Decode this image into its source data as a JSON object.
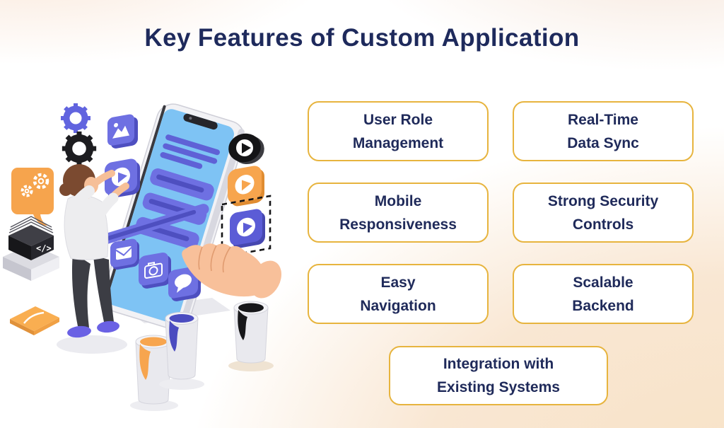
{
  "title": "Key Features of Custom Application",
  "features": [
    {
      "id": "user-role-management",
      "lines": [
        "User Role",
        "Management"
      ]
    },
    {
      "id": "real-time-data-sync",
      "lines": [
        "Real-Time",
        "Data Sync"
      ]
    },
    {
      "id": "mobile-responsiveness",
      "lines": [
        "Mobile",
        "Responsiveness"
      ]
    },
    {
      "id": "strong-security-controls",
      "lines": [
        "Strong Security",
        "Controls"
      ]
    },
    {
      "id": "easy-navigation",
      "lines": [
        "Easy",
        "Navigation"
      ]
    },
    {
      "id": "scalable-backend",
      "lines": [
        "Scalable",
        "Backend"
      ]
    },
    {
      "id": "integration-existing-systems",
      "lines": [
        "Integration with",
        "Existing Systems"
      ]
    }
  ],
  "colors": {
    "title_text": "#1e2a5c",
    "feature_text": "#1f2a5a",
    "feature_border": "#e7b43e",
    "feature_background": "#ffffff",
    "background_peach": "#f8e2c6",
    "illustration_purple": "#6e70e2",
    "illustration_deep_purple": "#4e4fc0",
    "illustration_screen_blue": "#7ec3f4",
    "illustration_orange": "#f7a54e",
    "illustration_black": "#17171a",
    "illustration_skin": "#f6bf98"
  },
  "illustration": {
    "description": "Isometric illustration: a woman customizes a giant smartphone UI with floating app tiles (image, play, mail, camera, chat), gears, a speech bubble with gears, a code block stack, a selecting hand and paint buckets",
    "code_glyph": "</>"
  }
}
